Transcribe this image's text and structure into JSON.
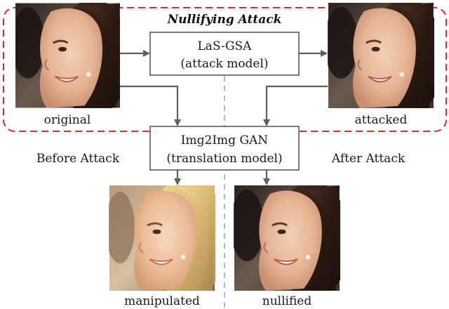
{
  "title": "Nullifying Attack",
  "attack_box": {
    "line1": "LaS-GSA",
    "line2": "(attack model)"
  },
  "gan_box": {
    "line1": "Img2Img GAN",
    "line2": "(translation model)"
  },
  "side_labels": {
    "before": "Before Attack",
    "after": "After Attack"
  },
  "image_captions": {
    "original": "original",
    "attacked": "attacked",
    "manipulated": "manipulated",
    "nullified": "nullified"
  },
  "colors": {
    "attack_region_border": "#e0262a",
    "divider": "#b8b8b8",
    "arrow": "#5f5f5f"
  }
}
